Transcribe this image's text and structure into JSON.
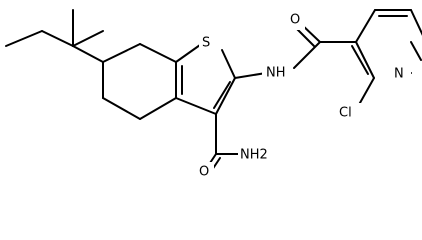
{
  "molecule": {
    "atoms": {
      "S": "S",
      "NH": "NH",
      "O_amide1": "O",
      "N_pyridine": "N",
      "Cl": "Cl",
      "O_amide2": "O",
      "NH2": "NH2"
    },
    "colors": {
      "bond": "#000000",
      "label": "#000000",
      "background": "#ffffff"
    }
  }
}
